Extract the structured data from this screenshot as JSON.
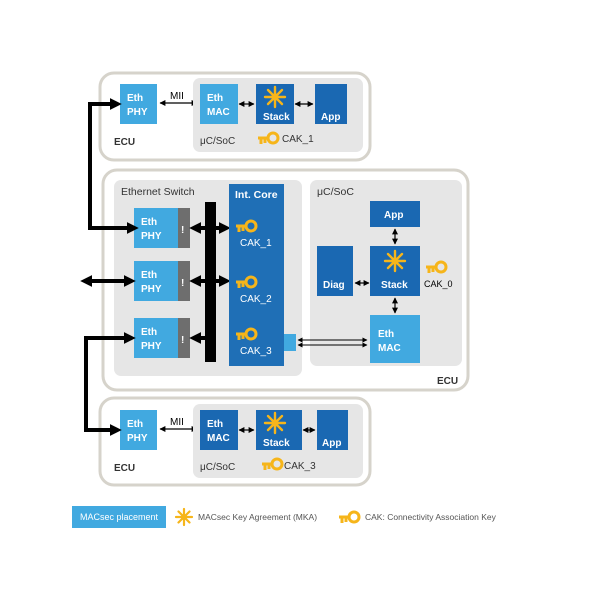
{
  "colors": {
    "macsec_light": "#41a9e0",
    "dark_blue": "#1a68b2",
    "core_blue": "#1f6fb6",
    "panel_gray": "#e6e6e6",
    "border_gray": "#d6d3cb",
    "key_yellow": "#f6b51a",
    "black": "#000000",
    "port_gray": "#6e6e6e"
  },
  "icons": {
    "star": "mka-star-icon",
    "key": "cak-key-icon"
  },
  "ecu_top": {
    "ecu_label": "ECU",
    "phy_line1": "Eth",
    "phy_line2": "PHY",
    "mii_label": "MII",
    "soc_label": "μC/SoC",
    "mac_line1": "Eth",
    "mac_line2": "MAC",
    "stack_label": "Stack",
    "app_label": "App",
    "cak_label": "CAK_1"
  },
  "switch_ecu": {
    "switch_title": "Ethernet Switch",
    "ecu_label": "ECU",
    "port_marker": "!",
    "phy_line1": "Eth",
    "phy_line2": "PHY",
    "core_title": "Int. Core",
    "core_keys": [
      "CAK_1",
      "CAK_2",
      "CAK_3"
    ],
    "soc_label": "μC/SoC",
    "app_label": "App",
    "diag_label": "Diag",
    "stack_label": "Stack",
    "stack_cak": "CAK_0",
    "mac_line1": "Eth",
    "mac_line2": "MAC"
  },
  "ecu_bottom": {
    "ecu_label": "ECU",
    "phy_line1": "Eth",
    "phy_line2": "PHY",
    "mii_label": "MII",
    "soc_label": "μC/SoC",
    "mac_line1": "Eth",
    "mac_line2": "MAC",
    "stack_label": "Stack",
    "app_label": "App",
    "cak_label": "CAK_3"
  },
  "legend": {
    "macsec_label": "MACsec placement",
    "mka_label": "MACsec Key Agreement (MKA)",
    "cak_label": "CAK: Connectivity Association Key"
  }
}
